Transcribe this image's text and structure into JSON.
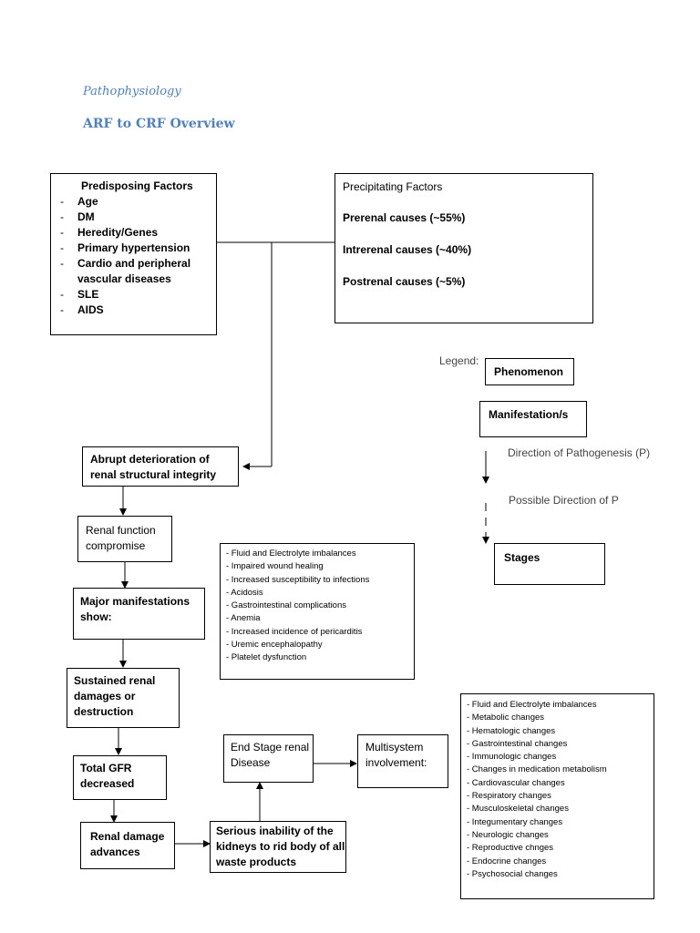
{
  "heading": {
    "section": "Pathophysiology",
    "title": "ARF to CRF Overview"
  },
  "predisposing": {
    "title": "Predisposing Factors",
    "items": [
      "Age",
      "DM",
      "Heredity/Genes",
      "Primary hypertension",
      "Cardio and peripheral vascular diseases",
      "SLE",
      "AIDS"
    ]
  },
  "precipitating": {
    "title": "Precipitating Factors",
    "prerenal": "Prerenal causes (~55%)",
    "intrarenal": "Intrerenal causes (~40%)",
    "postrenal": "Postrenal causes (~5%)"
  },
  "legend": {
    "label": "Legend:",
    "phenomenon": "Phenomenon",
    "manifestation": "Manifestation/s",
    "direction": "Direction of Pathogenesis (P)",
    "possible_direction": "Possible Direction of P",
    "stages": "Stages"
  },
  "flow": {
    "abrupt": "Abrupt deterioration of renal structural integrity",
    "renal_function": "Renal function compromise",
    "major_manifestations": "Major manifestations show:",
    "sustained": "Sustained renal damages or destruction",
    "gfr": "Total GFR decreased",
    "renal_damage": "Renal damage advances",
    "inability": "Serious inability of the kidneys to rid body of all waste products",
    "esrd": "End Stage renal Disease",
    "multisystem": "Multisystem involvement:"
  },
  "manifestations_list": [
    "- Fluid and Electrolyte imbalances",
    "- Impaired wound healing",
    "- Increased susceptibility to infections",
    "- Acidosis",
    "- Gastrointestinal complications",
    "- Anemia",
    "- Increased incidence of pericarditis",
    "- Uremic encephalopathy",
    "- Platelet dysfunction"
  ],
  "multisystem_list": [
    "- Fluid and Electrolyte imbalances",
    "- Metabolic changes",
    "- Hematologic changes",
    "- Gastrointestinal changes",
    "- Immunologic changes",
    "- Changes in medication metabolism",
    "- Cardiovascular changes",
    "- Respiratory changes",
    "- Musculoskeletal changes",
    "- Integumentary changes",
    "- Neurologic changes",
    "- Reproductive chnges",
    "- Endocrine changes",
    "- Psychosocial changes"
  ]
}
